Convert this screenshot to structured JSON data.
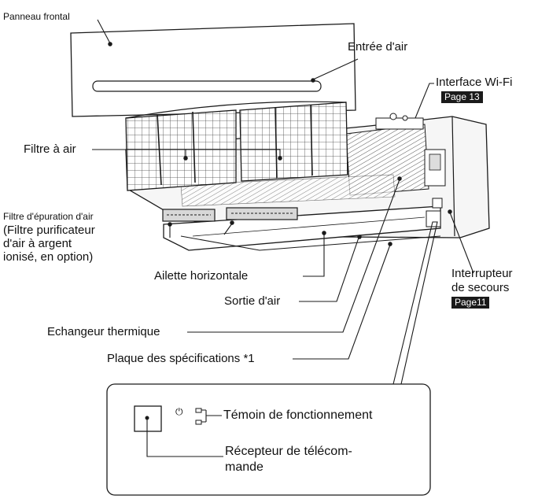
{
  "labels": {
    "front_panel": "Panneau frontal",
    "air_inlet": "Entrée d'air",
    "wifi_interface": "Interface Wi-Fi",
    "wifi_page": "Page 13",
    "air_filter": "Filtre à air",
    "purif_filter_line1": "Filtre d'épuration d'air",
    "purif_filter_line2": "(Filtre purificateur",
    "purif_filter_line3": "d'air à argent",
    "purif_filter_line4": "ionisé, en option)",
    "horizontal_vane": "Ailette horizontale",
    "air_outlet": "Sortie d'air",
    "heat_exchanger": "Echangeur thermique",
    "spec_plate": "Plaque des spécifications *1",
    "emergency_switch_line1": "Interrupteur",
    "emergency_switch_line2": "de secours",
    "emergency_page": "Page11",
    "operation_indicator": "Témoin de fonctionnement",
    "remote_receiver_line1": "Récepteur de télécom-",
    "remote_receiver_line2": "mande",
    "power_symbol": "⏻"
  },
  "colors": {
    "line": "#1a1a1a",
    "panel_fill": "#ffffff",
    "unit_fill": "#f4f4f4",
    "filter_fill": "#e6e6e6",
    "tag_bg": "#1a1a1a"
  }
}
